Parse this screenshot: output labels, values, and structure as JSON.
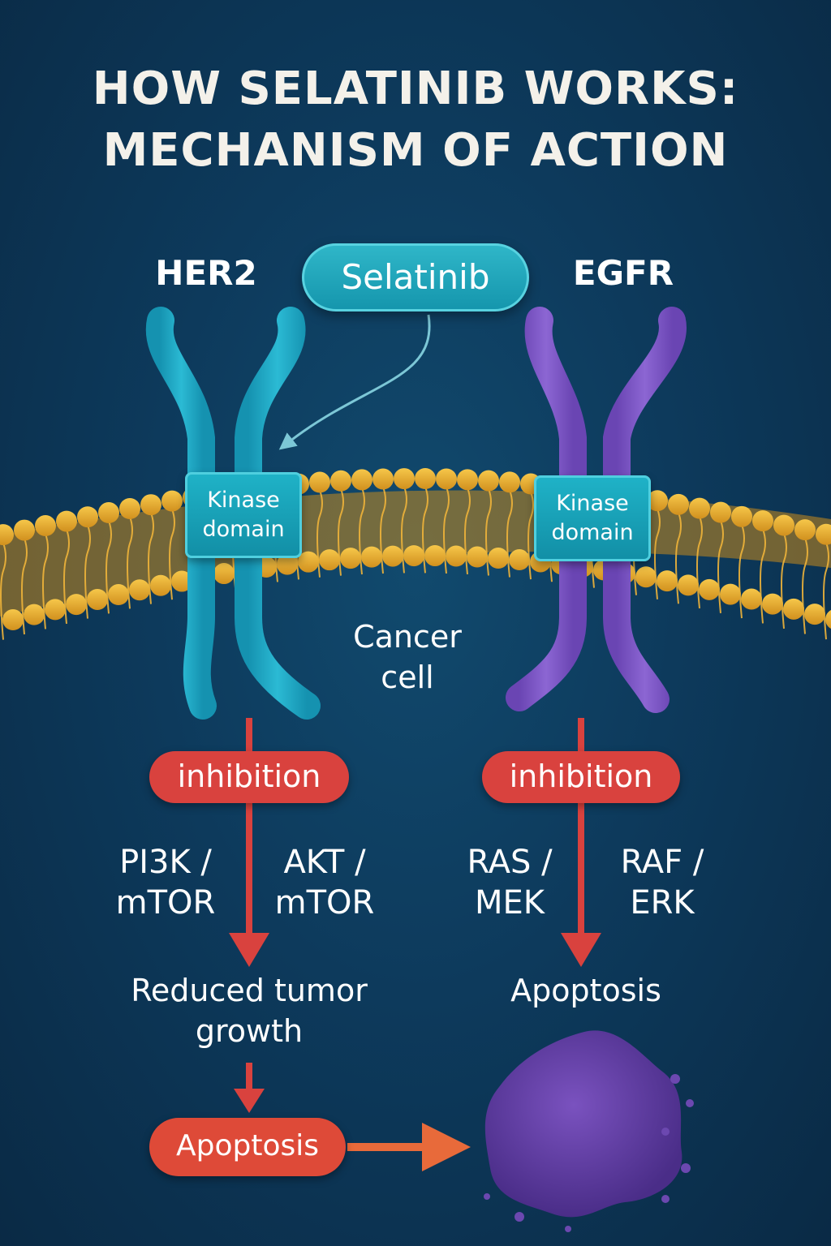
{
  "title_line1": "HOW SELATINIB WORKS:",
  "title_line2": "MECHANISM OF ACTION",
  "drug": "Selatinib",
  "receptors": [
    {
      "name": "HER2",
      "kinase_line1": "Kinase",
      "kinase_line2": "domain",
      "color": "#1aa3bf"
    },
    {
      "name": "EGFR",
      "kinase_line1": "Kinase",
      "kinase_line2": "domain",
      "color": "#7a52c4"
    }
  ],
  "cell_label_line1": "Cancer",
  "cell_label_line2": "cell",
  "left_branch": {
    "inhibition": "inhibition",
    "pathway_a_line1": "PI3K /",
    "pathway_a_line2": "mTOR",
    "pathway_b_line1": "AKT /",
    "pathway_b_line2": "mTOR",
    "outcome_line1": "Reduced tumor",
    "outcome_line2": "growth",
    "final": "Apoptosis"
  },
  "right_branch": {
    "inhibition": "inhibition",
    "pathway_a_line1": "RAS /",
    "pathway_a_line2": "MEK",
    "pathway_b_line1": "RAF /",
    "pathway_b_line2": "ERK",
    "outcome": "Apoptosis"
  },
  "colors": {
    "membrane": "#e8a82e",
    "arrow": "#d9423e",
    "apoptotic_cell": "#5a3a9a"
  },
  "icons": [
    "dying-cell-icon"
  ]
}
